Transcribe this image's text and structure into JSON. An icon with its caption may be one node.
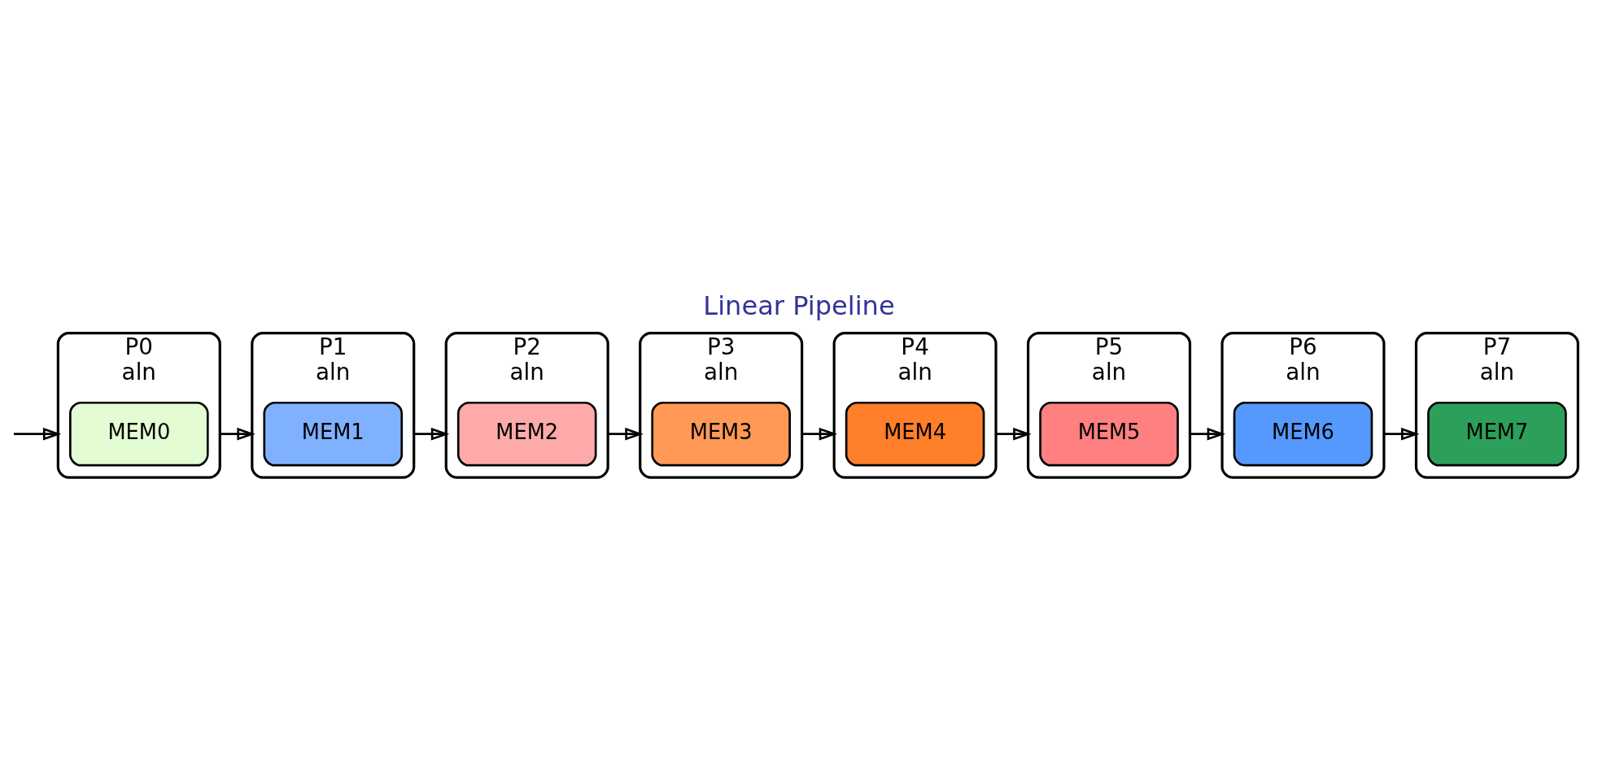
{
  "diagram": {
    "title": "Linear Pipeline",
    "nodes": [
      {
        "text": [
          "P0",
          "aln"
        ]
      },
      {
        "text": [
          "MEM0"
        ],
        "in": 0
      },
      {
        "text": [
          "P1",
          "aln"
        ]
      },
      {
        "text": [
          "MEM1"
        ],
        "in": 2
      },
      {
        "text": [
          "P2",
          "aln"
        ]
      },
      {
        "text": [
          "MEM2"
        ],
        "in": 4
      },
      {
        "text": [
          "P3",
          "aln"
        ]
      },
      {
        "text": [
          "MEM3"
        ],
        "in": 6
      },
      {
        "text": [
          "P7",
          "aln"
        ]
      },
      {
        "text": [
          "MEM7"
        ],
        "in": 8
      },
      {
        "text": [
          "P6",
          "aln"
        ]
      },
      {
        "text": [
          "MEM6"
        ],
        "in": 10
      },
      {
        "text": [
          "P5",
          "aln"
        ]
      },
      {
        "text": [
          "MEM5"
        ],
        "in": 12
      },
      {
        "text": [
          "P4",
          "aln"
        ]
      },
      {
        "text": [
          "MEM4"
        ],
        "in": 14
      }
    ],
    "edges": [
      {
        "from": null,
        "to": 0,
        "arrow": "to"
      },
      {
        "from": 0,
        "to": 2,
        "arrow": "to"
      },
      {
        "from": 2,
        "to": 4,
        "arrow": "to"
      },
      {
        "from": 4,
        "to": 6,
        "arrow": "to"
      },
      {
        "from": 6,
        "to": 14,
        "arrow": "to"
      },
      {
        "from": 14,
        "to": 12,
        "arrow": "to"
      },
      {
        "from": 12,
        "to": 10,
        "arrow": "to"
      },
      {
        "from": 10,
        "to": 8,
        "arrow": "to"
      }
    ]
  }
}
